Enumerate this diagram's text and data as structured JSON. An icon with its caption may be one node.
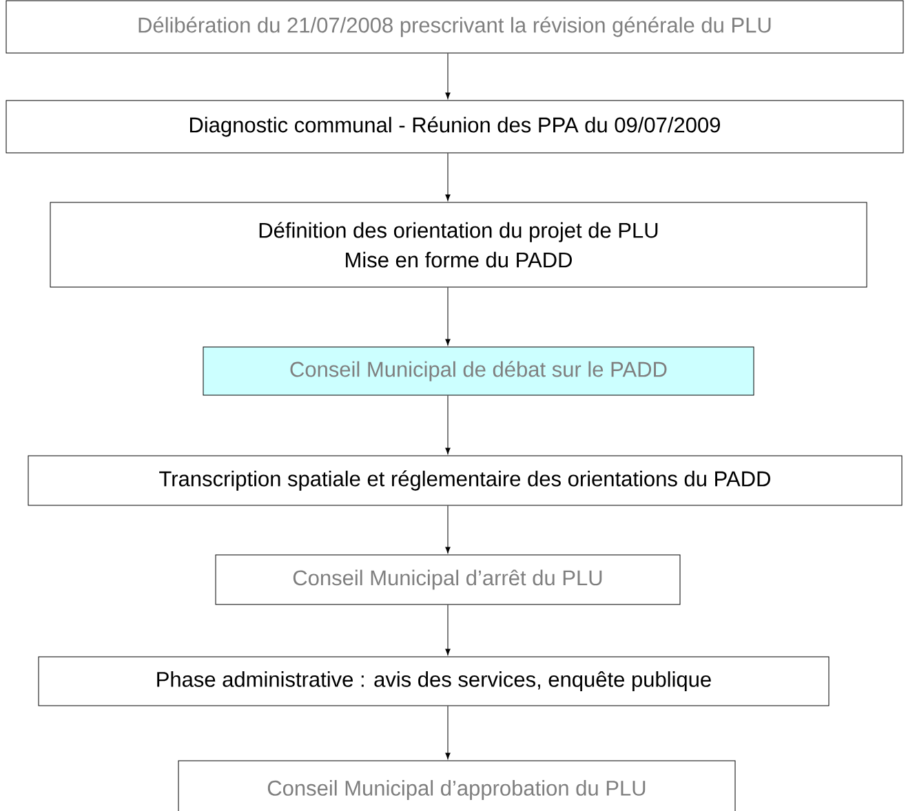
{
  "diagram": {
    "nodes": [
      {
        "text": [
          "Délibération du 21/07/2008 prescrivant la révision générale du PLU"
        ]
      },
      {
        "text": [
          "Diagnostic communal - Réunion des PPA du 09/07/2009"
        ]
      },
      {
        "text": [
          "Définition des orientation du projet de PLU",
          "Mise en forme du PADD"
        ]
      },
      {
        "text": [
          "Conseil Municipal de débat sur le PADD"
        ]
      },
      {
        "text": [
          "Transcription spatiale et réglementaire des orientations du PADD"
        ]
      },
      {
        "text": [
          "Conseil Municipal d’arrêt  du PLU"
        ]
      },
      {
        "text": [
          "Phase administrative : avis des services, enquête publique"
        ]
      },
      {
        "text": [
          "Conseil Municipal d’approbation  du PLU"
        ]
      }
    ],
    "edges": [
      {
        "from": 0,
        "to": 1,
        "arrow": "to"
      },
      {
        "from": 1,
        "to": 2,
        "arrow": "to"
      },
      {
        "from": 2,
        "to": 3,
        "arrow": "to"
      },
      {
        "from": 3,
        "to": 4,
        "arrow": "to"
      },
      {
        "from": 4,
        "to": 5,
        "arrow": "to"
      },
      {
        "from": 5,
        "to": 6,
        "arrow": "to"
      },
      {
        "from": 6,
        "to": 7,
        "arrow": "to"
      }
    ]
  }
}
